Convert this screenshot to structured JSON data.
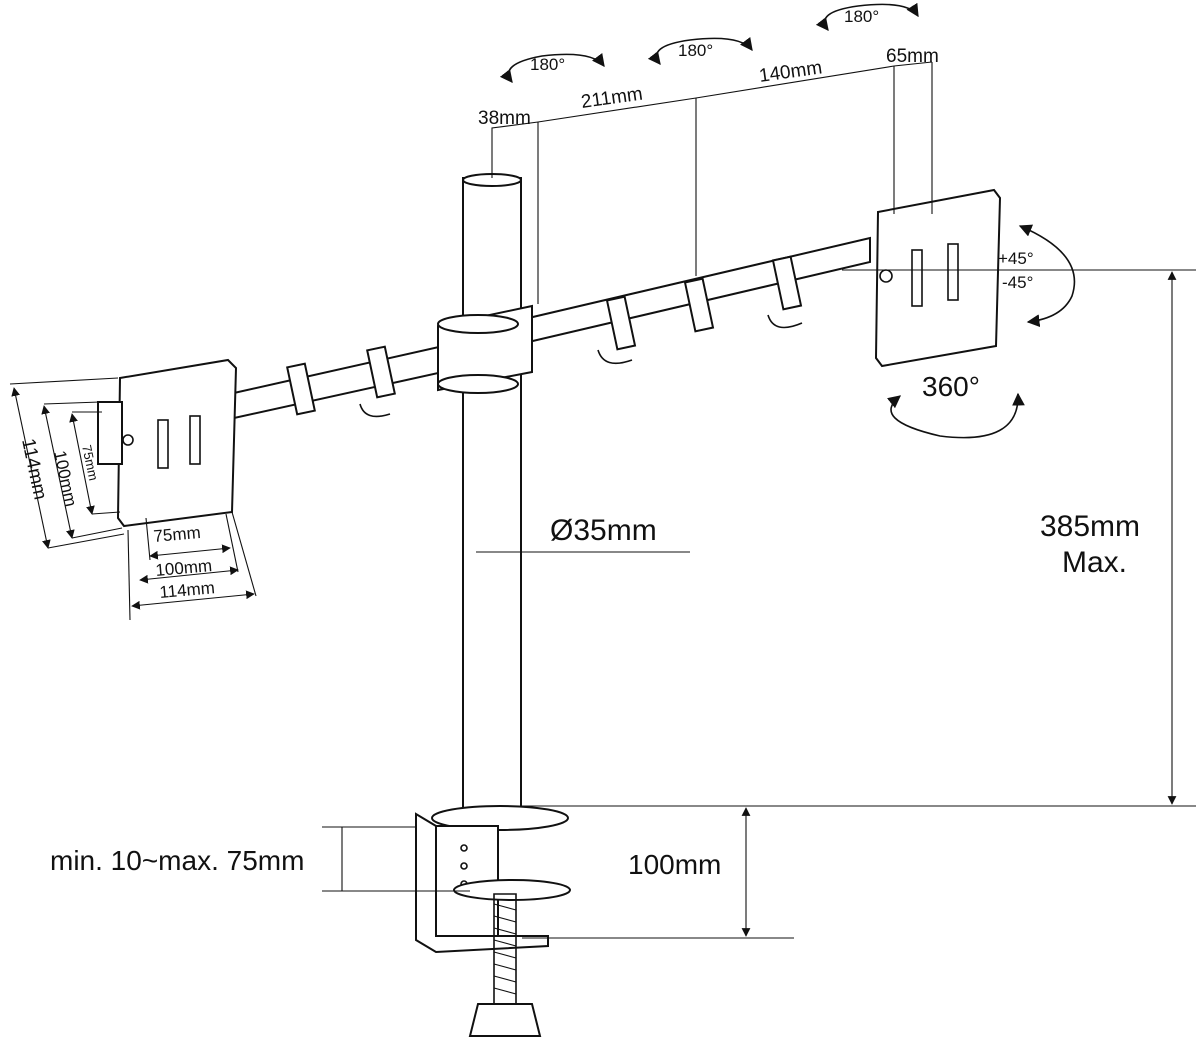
{
  "labels": {
    "rot_180_a": "180°",
    "rot_180_b": "180°",
    "rot_180_c": "180°",
    "rot_360": "360°",
    "tilt_up": "+45°",
    "tilt_down": "-45°",
    "dim_38": "38mm",
    "dim_211": "211mm",
    "dim_140": "140mm",
    "dim_65": "65mm",
    "pole_diameter": "Ø35mm",
    "height_value": "385mm",
    "height_qualifier": "Max.",
    "clamp_range": "min. 10~max. 75mm",
    "clamp_depth": "100mm",
    "vesa_v_114": "114mm",
    "vesa_v_100": "100mm",
    "vesa_v_75": "75mm",
    "vesa_h_75": "75mm",
    "vesa_h_100": "100mm",
    "vesa_h_114": "114mm"
  }
}
